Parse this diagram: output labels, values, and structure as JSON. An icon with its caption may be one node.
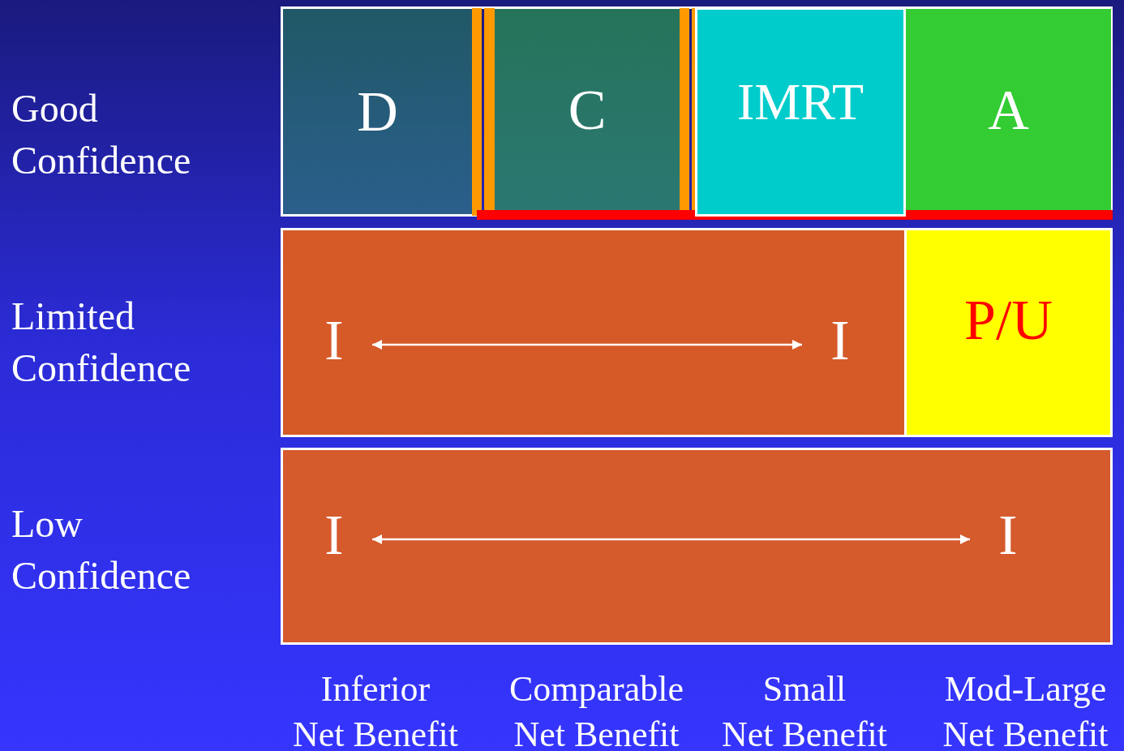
{
  "diagram": {
    "nodes": [
      {
        "text": [],
        "shape": "box"
      },
      {
        "text": [
          "D"
        ],
        "in": 0
      },
      {
        "text": [
          "C"
        ],
        "in": 0
      },
      {
        "text": [
          "IMRT"
        ],
        "in": 0
      },
      {
        "text": [
          "A"
        ],
        "in": 0
      },
      {
        "text": [],
        "shape": "box"
      },
      {
        "text": [
          "I"
        ],
        "in": 5
      },
      {
        "text": [
          "I"
        ],
        "in": 5
      },
      {
        "text": [
          "P/U"
        ]
      },
      {
        "text": [],
        "shape": "box"
      },
      {
        "text": [
          "I"
        ],
        "in": 9
      },
      {
        "text": [
          "I"
        ],
        "in": 9
      }
    ],
    "edges": [
      {
        "from": 6,
        "to": 7,
        "arrow": "both"
      },
      {
        "from": 10,
        "to": 11,
        "arrow": "both"
      }
    ],
    "labels": [
      "Good Confidence",
      "Limited Confidence",
      "Low Confidence",
      "Inferior Net Benefit",
      "Comparable Net Benefit",
      "Small Net Benefit",
      "Mod-Large Net Benefit"
    ]
  }
}
